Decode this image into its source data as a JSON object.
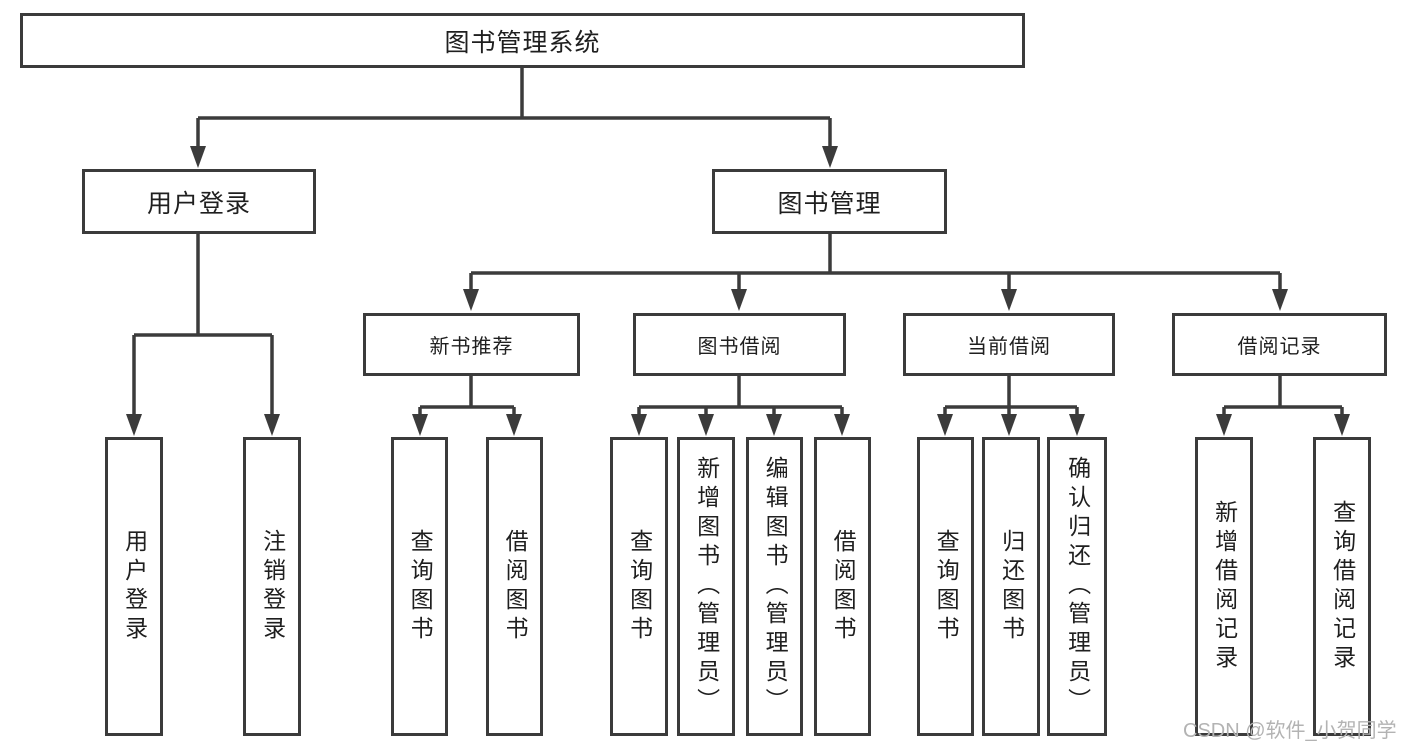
{
  "tree": {
    "root": {
      "label": "图书管理系统"
    },
    "branches": [
      {
        "label": "用户登录",
        "children": [
          {
            "label": "用户登录"
          },
          {
            "label": "注销登录"
          }
        ]
      },
      {
        "label": "图书管理",
        "children": [
          {
            "label": "新书推荐",
            "children": [
              {
                "label": "查询图书"
              },
              {
                "label": "借阅图书"
              }
            ]
          },
          {
            "label": "图书借阅",
            "children": [
              {
                "label": "查询图书"
              },
              {
                "label": "新增图书（管理员）"
              },
              {
                "label": "编辑图书（管理员）"
              },
              {
                "label": "借阅图书"
              }
            ]
          },
          {
            "label": "当前借阅",
            "children": [
              {
                "label": "查询图书"
              },
              {
                "label": "归还图书"
              },
              {
                "label": "确认归还（管理员）"
              }
            ]
          },
          {
            "label": "借阅记录",
            "children": [
              {
                "label": "新增借阅记录"
              },
              {
                "label": "查询借阅记录"
              }
            ]
          }
        ]
      }
    ]
  },
  "watermark": "CSDN @软件_小贺同学",
  "colors": {
    "line": "#3b3b3b",
    "text": "#1f1f1f",
    "watermark": "#b3b3b3",
    "background": "#ffffff"
  }
}
